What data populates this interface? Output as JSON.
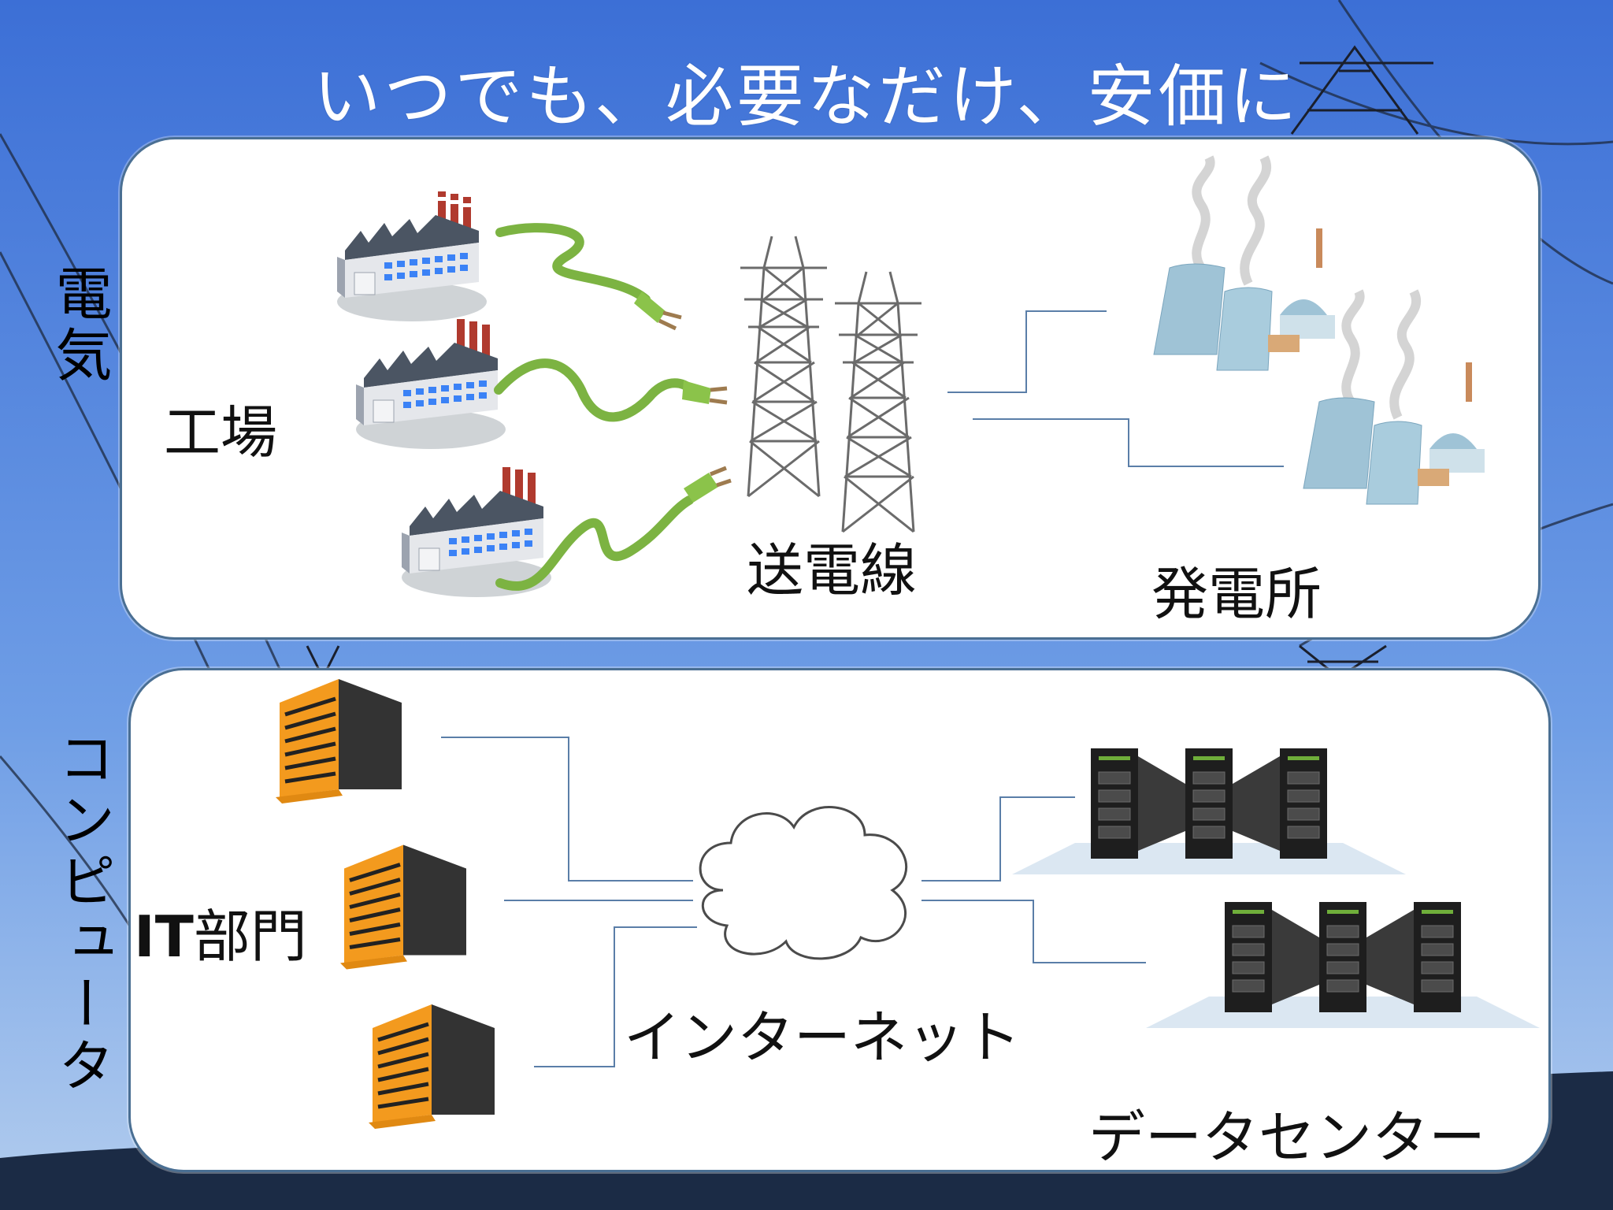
{
  "title": "いつでも、必要なだけ、安価に",
  "electricity": {
    "section_label": "電気",
    "factory_label": "工場",
    "transmission_label": "送電線",
    "power_plant_label": "発電所"
  },
  "computer": {
    "section_label": "コンピュータ",
    "it_label_bold": "IT",
    "it_label_rest": "部門",
    "internet_label": "インターネット",
    "datacenter_label": "データセンター"
  },
  "colors": {
    "sky_top": "#3f73d8",
    "sky_bottom": "#a9c8ee",
    "panel_border": "#4a6f93",
    "connector_line": "#5a7ea8",
    "plug_green": "#8bc34a",
    "building_orange": "#f39a1e",
    "tower_gray": "#777777",
    "cooling_tower": "#9fc3d6"
  }
}
